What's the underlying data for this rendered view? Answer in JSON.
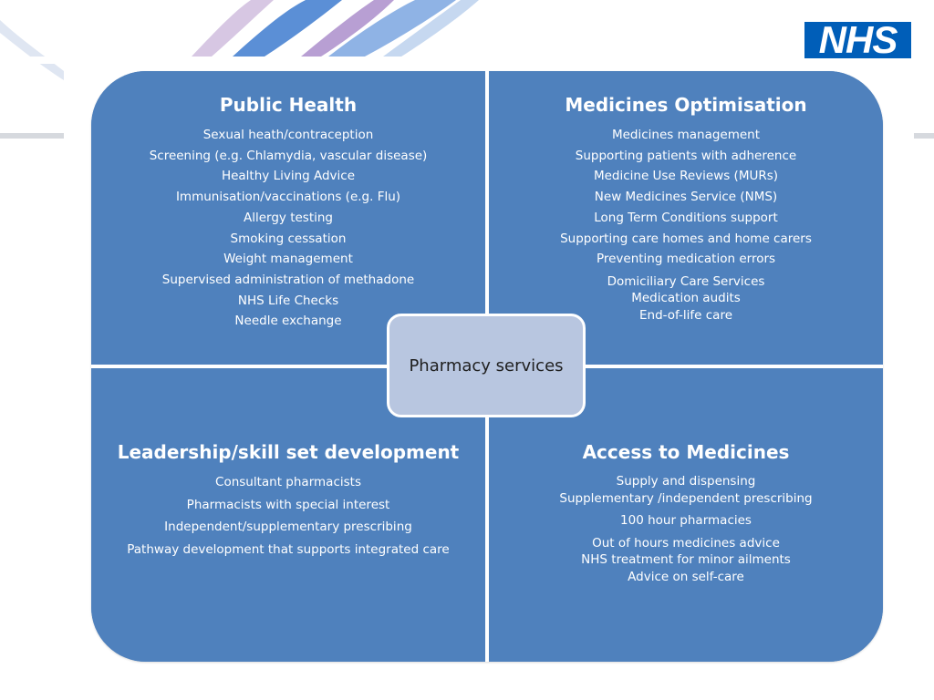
{
  "branding": {
    "logo_text": "NHS",
    "logo_color": "#005eb8"
  },
  "colors": {
    "quadrant_fill": "#4f81bd",
    "center_fill": "#b8c6e0",
    "divider": "#ffffff"
  },
  "diagram": {
    "center_label": "Pharmacy services",
    "quadrants": {
      "public_health": {
        "title": "Public Health",
        "items": [
          "Sexual heath/contraception",
          "Screening (e.g. Chlamydia, vascular disease)",
          "Healthy Living Advice",
          "Immunisation/vaccinations (e.g. Flu)",
          "Allergy testing",
          "Smoking cessation",
          "Weight management",
          "Supervised administration of methadone",
          "NHS Life Checks",
          "Needle exchange"
        ]
      },
      "medicines_optimisation": {
        "title": "Medicines Optimisation",
        "items": [
          "Medicines management",
          "Supporting patients with adherence",
          "Medicine Use Reviews (MURs)",
          "New Medicines Service (NMS)",
          "Long Term Conditions support",
          "Supporting care homes and home carers",
          "Preventing medication errors",
          "Domiciliary Care Services",
          "Medication audits",
          "End-of-life care"
        ]
      },
      "leadership": {
        "title": "Leadership/skill set development",
        "items": [
          "Consultant pharmacists",
          "Pharmacists with special interest",
          "Independent/supplementary prescribing",
          "Pathway development that supports integrated care"
        ]
      },
      "access": {
        "title": "Access to Medicines",
        "items": [
          "Supply and dispensing",
          "Supplementary /independent prescribing",
          "100 hour pharmacies",
          "Out of hours medicines advice",
          "NHS treatment for minor ailments",
          "Advice on self-care"
        ]
      }
    }
  }
}
